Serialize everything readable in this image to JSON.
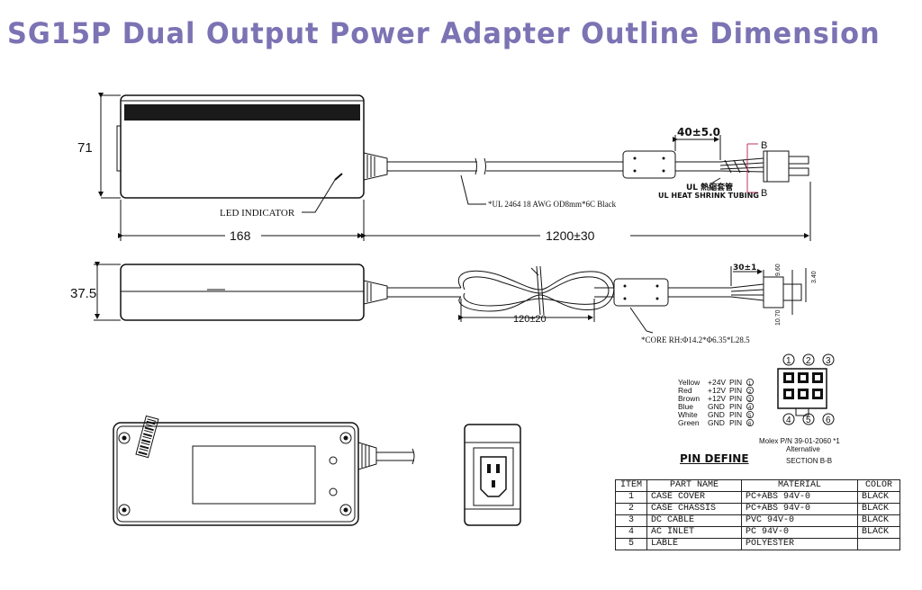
{
  "title": "SG15P Dual Output Power Adapter Outline Dimension",
  "dimensions": {
    "height_top": "71",
    "width_body": "168",
    "cable_length": "1200±30",
    "ferrite_offset": "40±5.0",
    "height_side": "37.5",
    "loop_length": "120±20",
    "conn_offset": "30±1",
    "dim_a": "9.60",
    "dim_b": "3.40",
    "dim_c": "10.70",
    "marker_b1": "B",
    "marker_b2": "B"
  },
  "labels": {
    "led_indicator": "LED INDICATOR",
    "cable_spec": "*UL 2464 18 AWG OD8mm*6C Black",
    "heat_shrink_cn": "UL 熱縮套管",
    "heat_shrink_en": "UL HEAT SHRINK TUBING",
    "core_spec": "*CORE RH:Φ14.2*Φ6.35*L28.5"
  },
  "pins": {
    "rows": [
      {
        "color": "Yellow",
        "volt": "+24V",
        "pin": "PIN",
        "num": "1"
      },
      {
        "color": "Red",
        "volt": "+12V",
        "pin": "PIN",
        "num": "2"
      },
      {
        "color": "Brown",
        "volt": "+12V",
        "pin": "PIN",
        "num": "3"
      },
      {
        "color": "Blue",
        "volt": "GND",
        "pin": "PIN",
        "num": "4"
      },
      {
        "color": "White",
        "volt": "GND",
        "pin": "PIN",
        "num": "5"
      },
      {
        "color": "Green",
        "volt": "GND",
        "pin": "PIN",
        "num": "6"
      }
    ],
    "top_numbers": [
      "1",
      "2",
      "3"
    ],
    "bottom_numbers": [
      "4",
      "5",
      "6"
    ],
    "molex_pn": "Molex P/N 39-01-2060 *1",
    "alternative": "Alternative",
    "section": "SECTION B-B",
    "pin_define": "PIN DEFINE"
  },
  "bom": {
    "headers": [
      "ITEM",
      "PART NAME",
      "MATERIAL",
      "COLOR"
    ],
    "rows": [
      [
        "1",
        "CASE COVER",
        "PC+ABS 94V-0",
        "BLACK"
      ],
      [
        "2",
        "CASE CHASSIS",
        "PC+ABS 94V-0",
        "BLACK"
      ],
      [
        "3",
        "DC CABLE",
        "PVC 94V-0",
        "BLACK"
      ],
      [
        "4",
        "AC INLET",
        "PC 94V-0",
        "BLACK"
      ],
      [
        "5",
        "LABLE",
        "POLYESTER",
        ""
      ]
    ]
  },
  "colors": {
    "title": "#7b73b3",
    "marker": "#c0306a",
    "section": "#a83aa8"
  }
}
